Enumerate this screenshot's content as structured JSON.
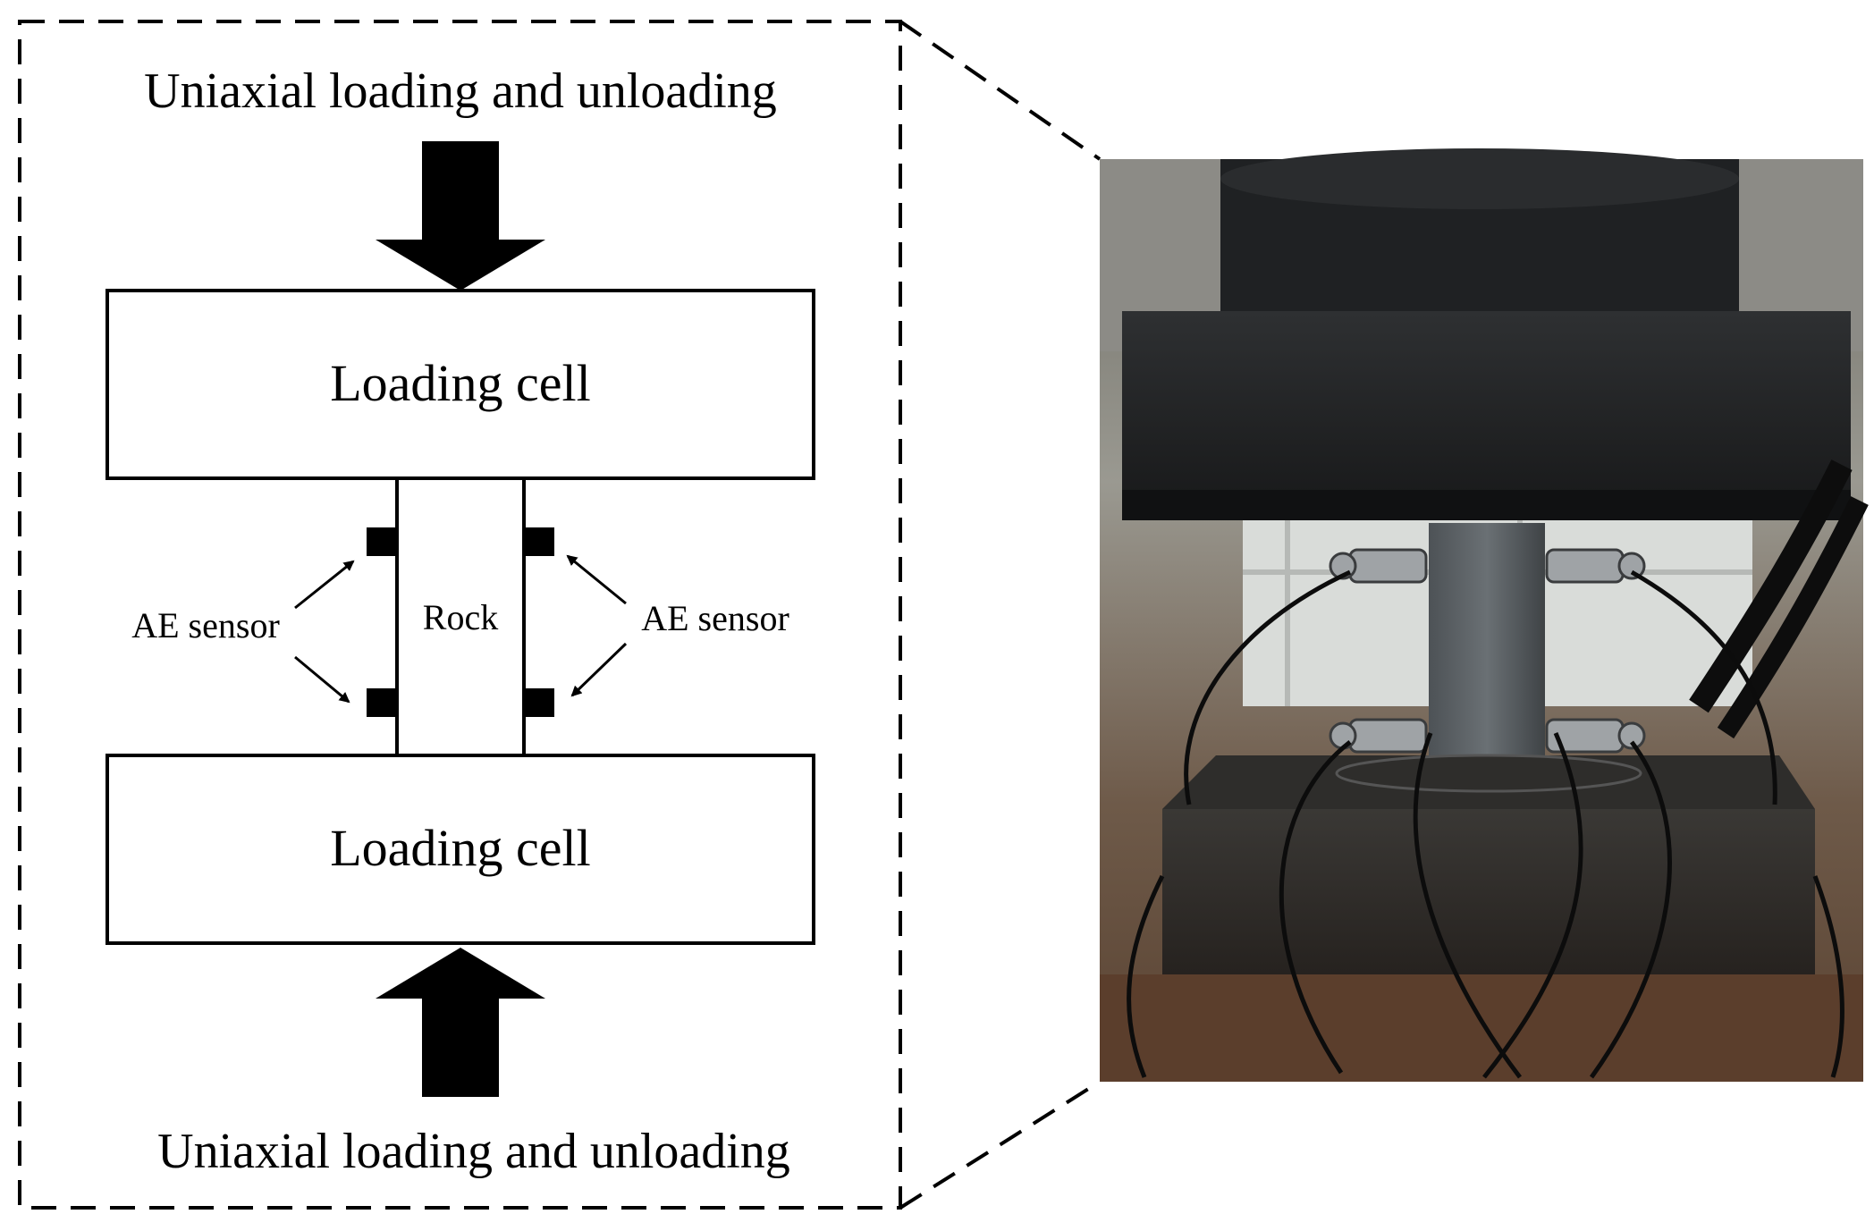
{
  "diagram": {
    "top_label": "Uniaxial loading and unloading",
    "bottom_label": "Uniaxial loading and unloading",
    "top_cell_label": "Loading cell",
    "bottom_cell_label": "Loading cell",
    "specimen_label": "Rock",
    "left_sensor_label": "AE sensor",
    "right_sensor_label": "AE sensor"
  },
  "photo": {
    "subject": "rock specimen with AE sensors between steel loading platens"
  },
  "colors": {
    "line": "#000000",
    "background": "#ffffff"
  }
}
